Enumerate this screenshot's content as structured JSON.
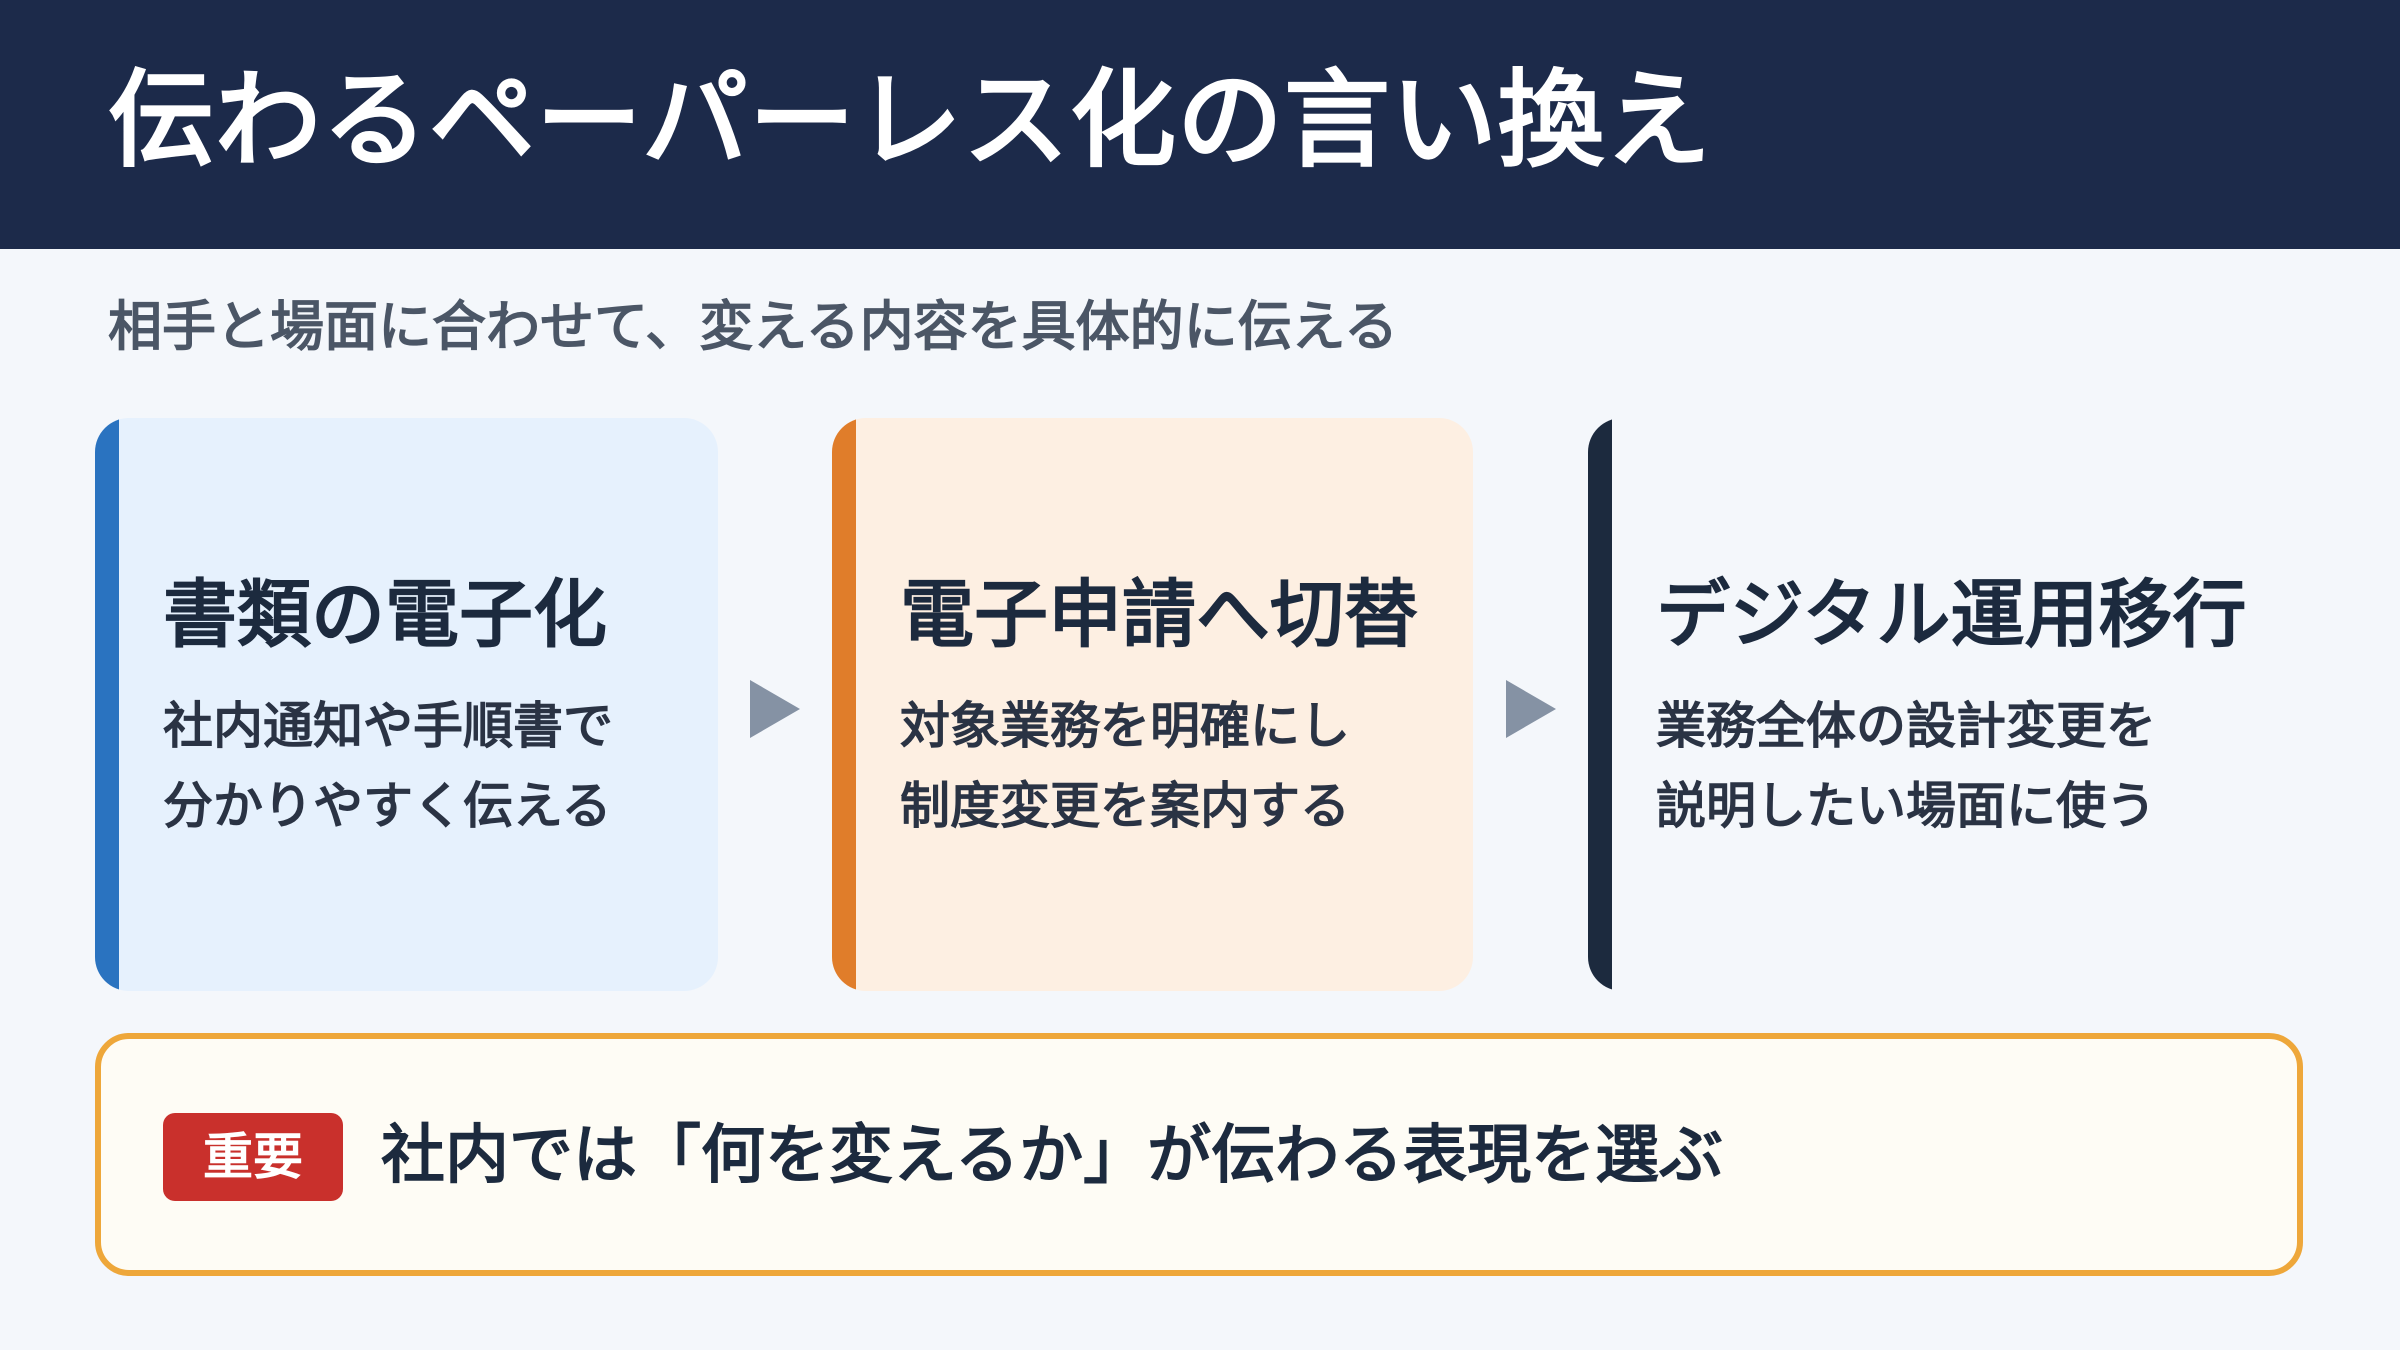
{
  "header": {
    "title": "伝わるペーパーレス化の言い換え"
  },
  "subtitle": "相手と場面に合わせて、変える内容を具体的に伝える",
  "cards": [
    {
      "title": "書類の電子化",
      "lines": [
        "社内通知や手順書で",
        "分かりやすく伝える"
      ],
      "accent_color": "#2a73c0"
    },
    {
      "title": "電子申請へ切替",
      "lines": [
        "対象業務を明確にし",
        "制度変更を案内する"
      ],
      "accent_color": "#e07d2a"
    },
    {
      "title": "デジタル運用移行",
      "lines": [
        "業務全体の設計変更を",
        "説明したい場面に使う"
      ],
      "accent_color": "#1c2a3e"
    }
  ],
  "note": {
    "badge": "重要",
    "text": "社内では「何を変えるか」が伝わる表現を選ぶ",
    "border_color": "#eea73a",
    "badge_color": "#c9302c"
  }
}
